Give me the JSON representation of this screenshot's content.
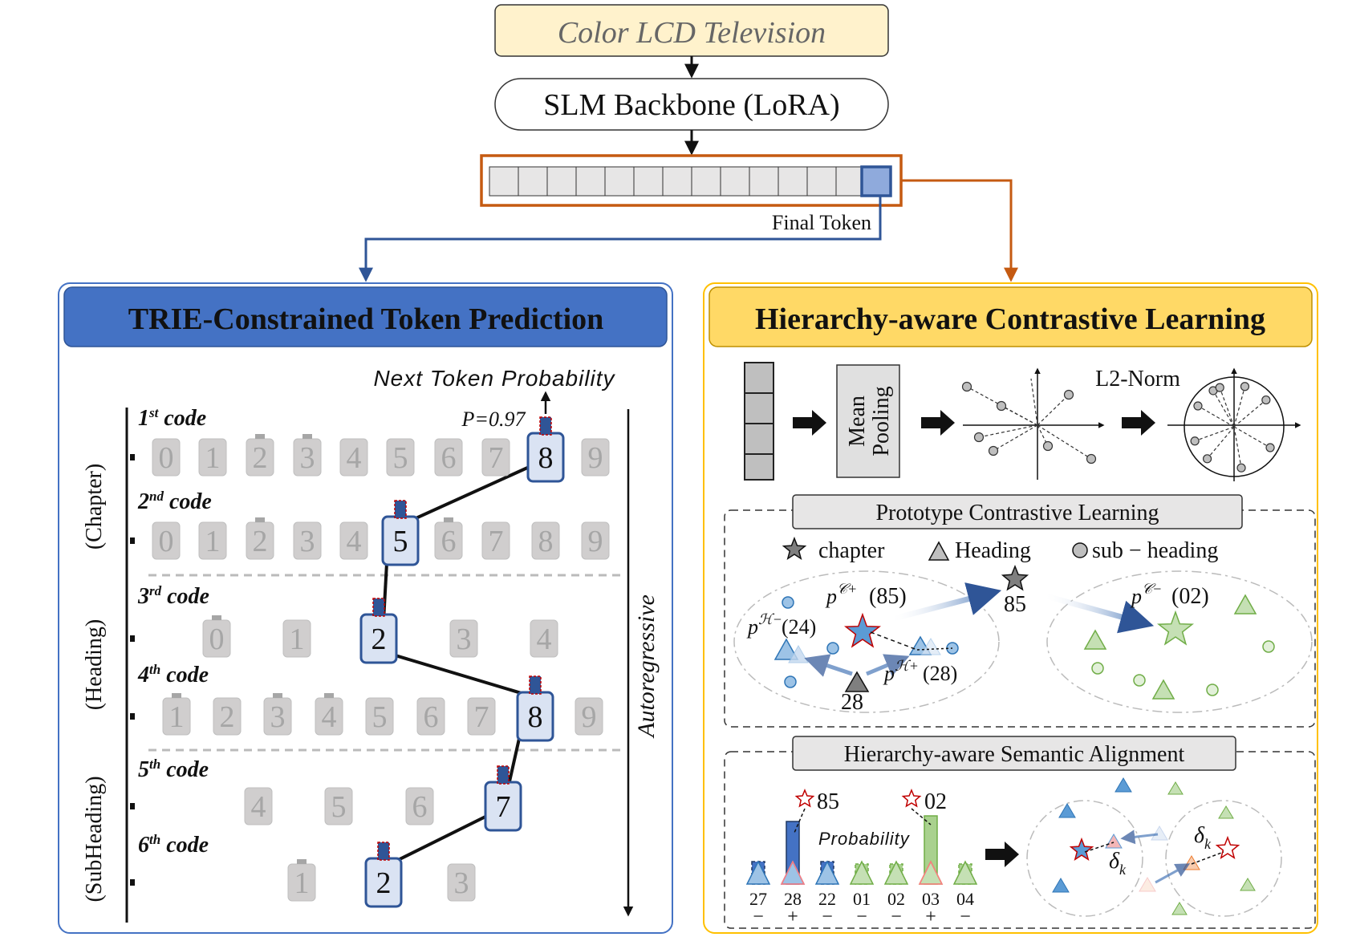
{
  "input": {
    "text": "Color LCD Television"
  },
  "backbone": {
    "label": "SLM Backbone (LoRA)"
  },
  "tokens": {
    "final_label": "Final Token"
  },
  "left_panel": {
    "title": "TRIE-Constrained Token Prediction",
    "next_token_label": "Next Token Probability",
    "prob_label": "P=0.97",
    "autoregressive_label": "Autoregressive",
    "groups": [
      "(Chapter)",
      "(Heading)",
      "(SubHeading)"
    ],
    "rows": [
      {
        "label": "code",
        "ordinal": "1",
        "suffix": "st",
        "digits": [
          "0",
          "1",
          "2",
          "3",
          "4",
          "5",
          "6",
          "7",
          "8",
          "9"
        ],
        "selected": "8"
      },
      {
        "label": "code",
        "ordinal": "2",
        "suffix": "nd",
        "digits": [
          "0",
          "1",
          "2",
          "3",
          "4",
          "5",
          "6",
          "7",
          "8",
          "9"
        ],
        "selected": "5"
      },
      {
        "label": "code",
        "ordinal": "3",
        "suffix": "rd",
        "digits": [
          "0",
          "1",
          "2",
          "3",
          "4"
        ],
        "selected": "2"
      },
      {
        "label": "code",
        "ordinal": "4",
        "suffix": "th",
        "digits": [
          "1",
          "2",
          "3",
          "4",
          "5",
          "6",
          "7",
          "8",
          "9"
        ],
        "selected": "8"
      },
      {
        "label": "code",
        "ordinal": "5",
        "suffix": "th",
        "digits": [
          "4",
          "5",
          "6",
          "7"
        ],
        "selected": "7"
      },
      {
        "label": "code",
        "ordinal": "6",
        "suffix": "th",
        "digits": [
          "1",
          "2",
          "3"
        ],
        "selected": "2"
      }
    ]
  },
  "right_panel": {
    "title": "Hierarchy-aware Contrastive Learning",
    "pooling_label": [
      "Mean",
      "Pooling"
    ],
    "norm_label": "L2-Norm",
    "proto": {
      "title": "Prototype Contrastive Learning",
      "legend": [
        "chapter",
        "Heading",
        "sub − heading"
      ],
      "labels": {
        "pc_plus": "(85)",
        "pc_minus": "(02)",
        "ph_minus": "(24)",
        "ph_plus": "(28)",
        "num_85": "85",
        "num_28": "28"
      }
    },
    "align": {
      "title": "Hierarchy-aware Semantic Alignment",
      "probability_label": "Probability",
      "star_labels": [
        "85",
        "02"
      ],
      "delta": "δ",
      "delta_sub": "k",
      "bars": [
        {
          "label": "27",
          "sign": "−",
          "value": 0.28,
          "color": "blue",
          "dashed": true
        },
        {
          "label": "28",
          "sign": "+",
          "value": 0.78,
          "color": "blue",
          "dashed": false
        },
        {
          "label": "22",
          "sign": "−",
          "value": 0.28,
          "color": "blue",
          "dashed": true
        },
        {
          "label": "01",
          "sign": "−",
          "value": 0.25,
          "color": "green",
          "dashed": true
        },
        {
          "label": "02",
          "sign": "−",
          "value": 0.25,
          "color": "green",
          "dashed": true
        },
        {
          "label": "03",
          "sign": "+",
          "value": 0.85,
          "color": "green",
          "dashed": false
        },
        {
          "label": "04",
          "sign": "−",
          "value": 0.25,
          "color": "green",
          "dashed": true
        }
      ]
    }
  }
}
